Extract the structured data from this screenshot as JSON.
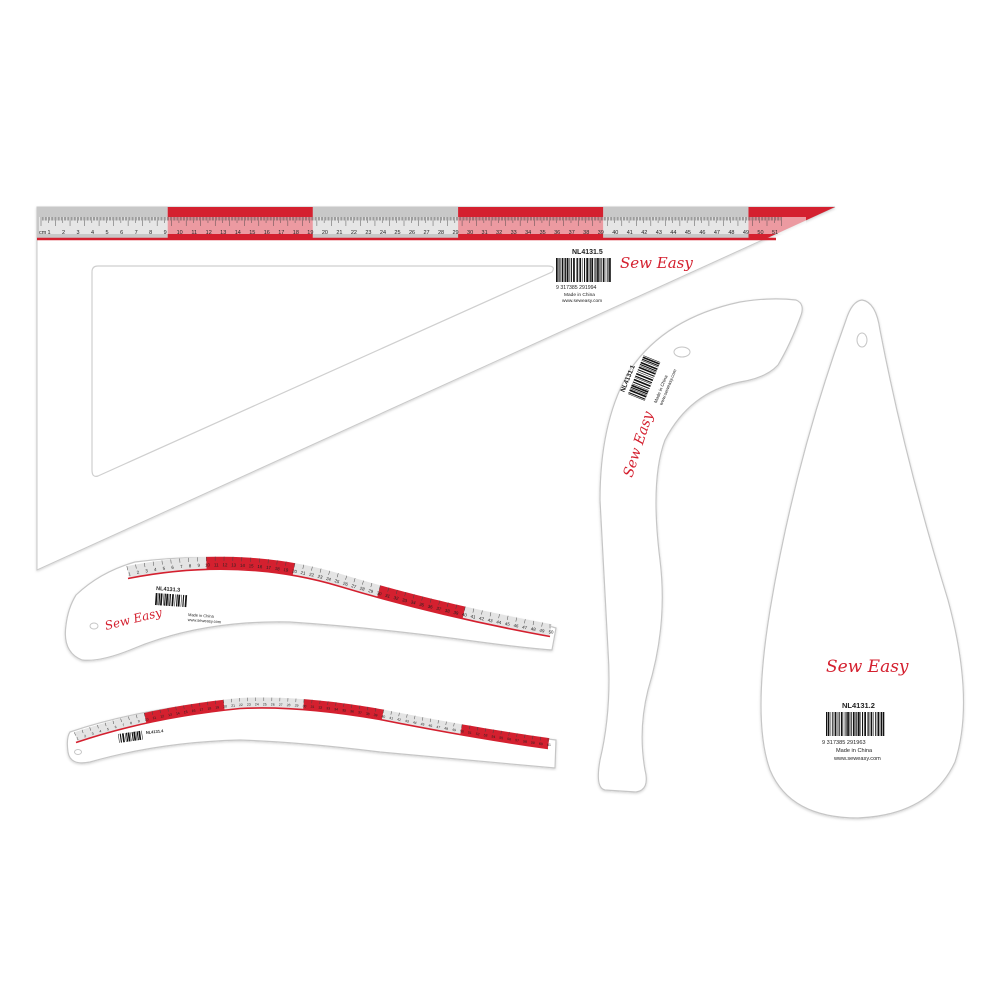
{
  "brand": {
    "logo_text": "Sew Easy",
    "accent_color": "#d4202f",
    "scale_gray": "#c8c8c8"
  },
  "rulers": {
    "triangle": {
      "unit": "cm",
      "start": 1,
      "end": 51,
      "model": "NL4131.5",
      "barcode_digits": "9 317385 291994",
      "made_in": "Made in China",
      "website": "www.seweasy.com"
    },
    "hip_curve_large": {
      "model": "NL4131.3",
      "made_in": "Made in China",
      "website": "www.seweasy.com",
      "unit": "cm",
      "start": 1,
      "end": 50
    },
    "hip_curve_small": {
      "model": "NL4131.4",
      "unit": "cm",
      "start": 1,
      "end": 61
    },
    "armhole_curve": {
      "model": "NL4131.1",
      "made_in": "Made in China",
      "website": "www.seweasy.com"
    },
    "teardrop_curve": {
      "model": "NL4131.2",
      "barcode_digits": "9 317385 291963",
      "made_in": "Made in China",
      "website": "www.seweasy.com"
    }
  }
}
